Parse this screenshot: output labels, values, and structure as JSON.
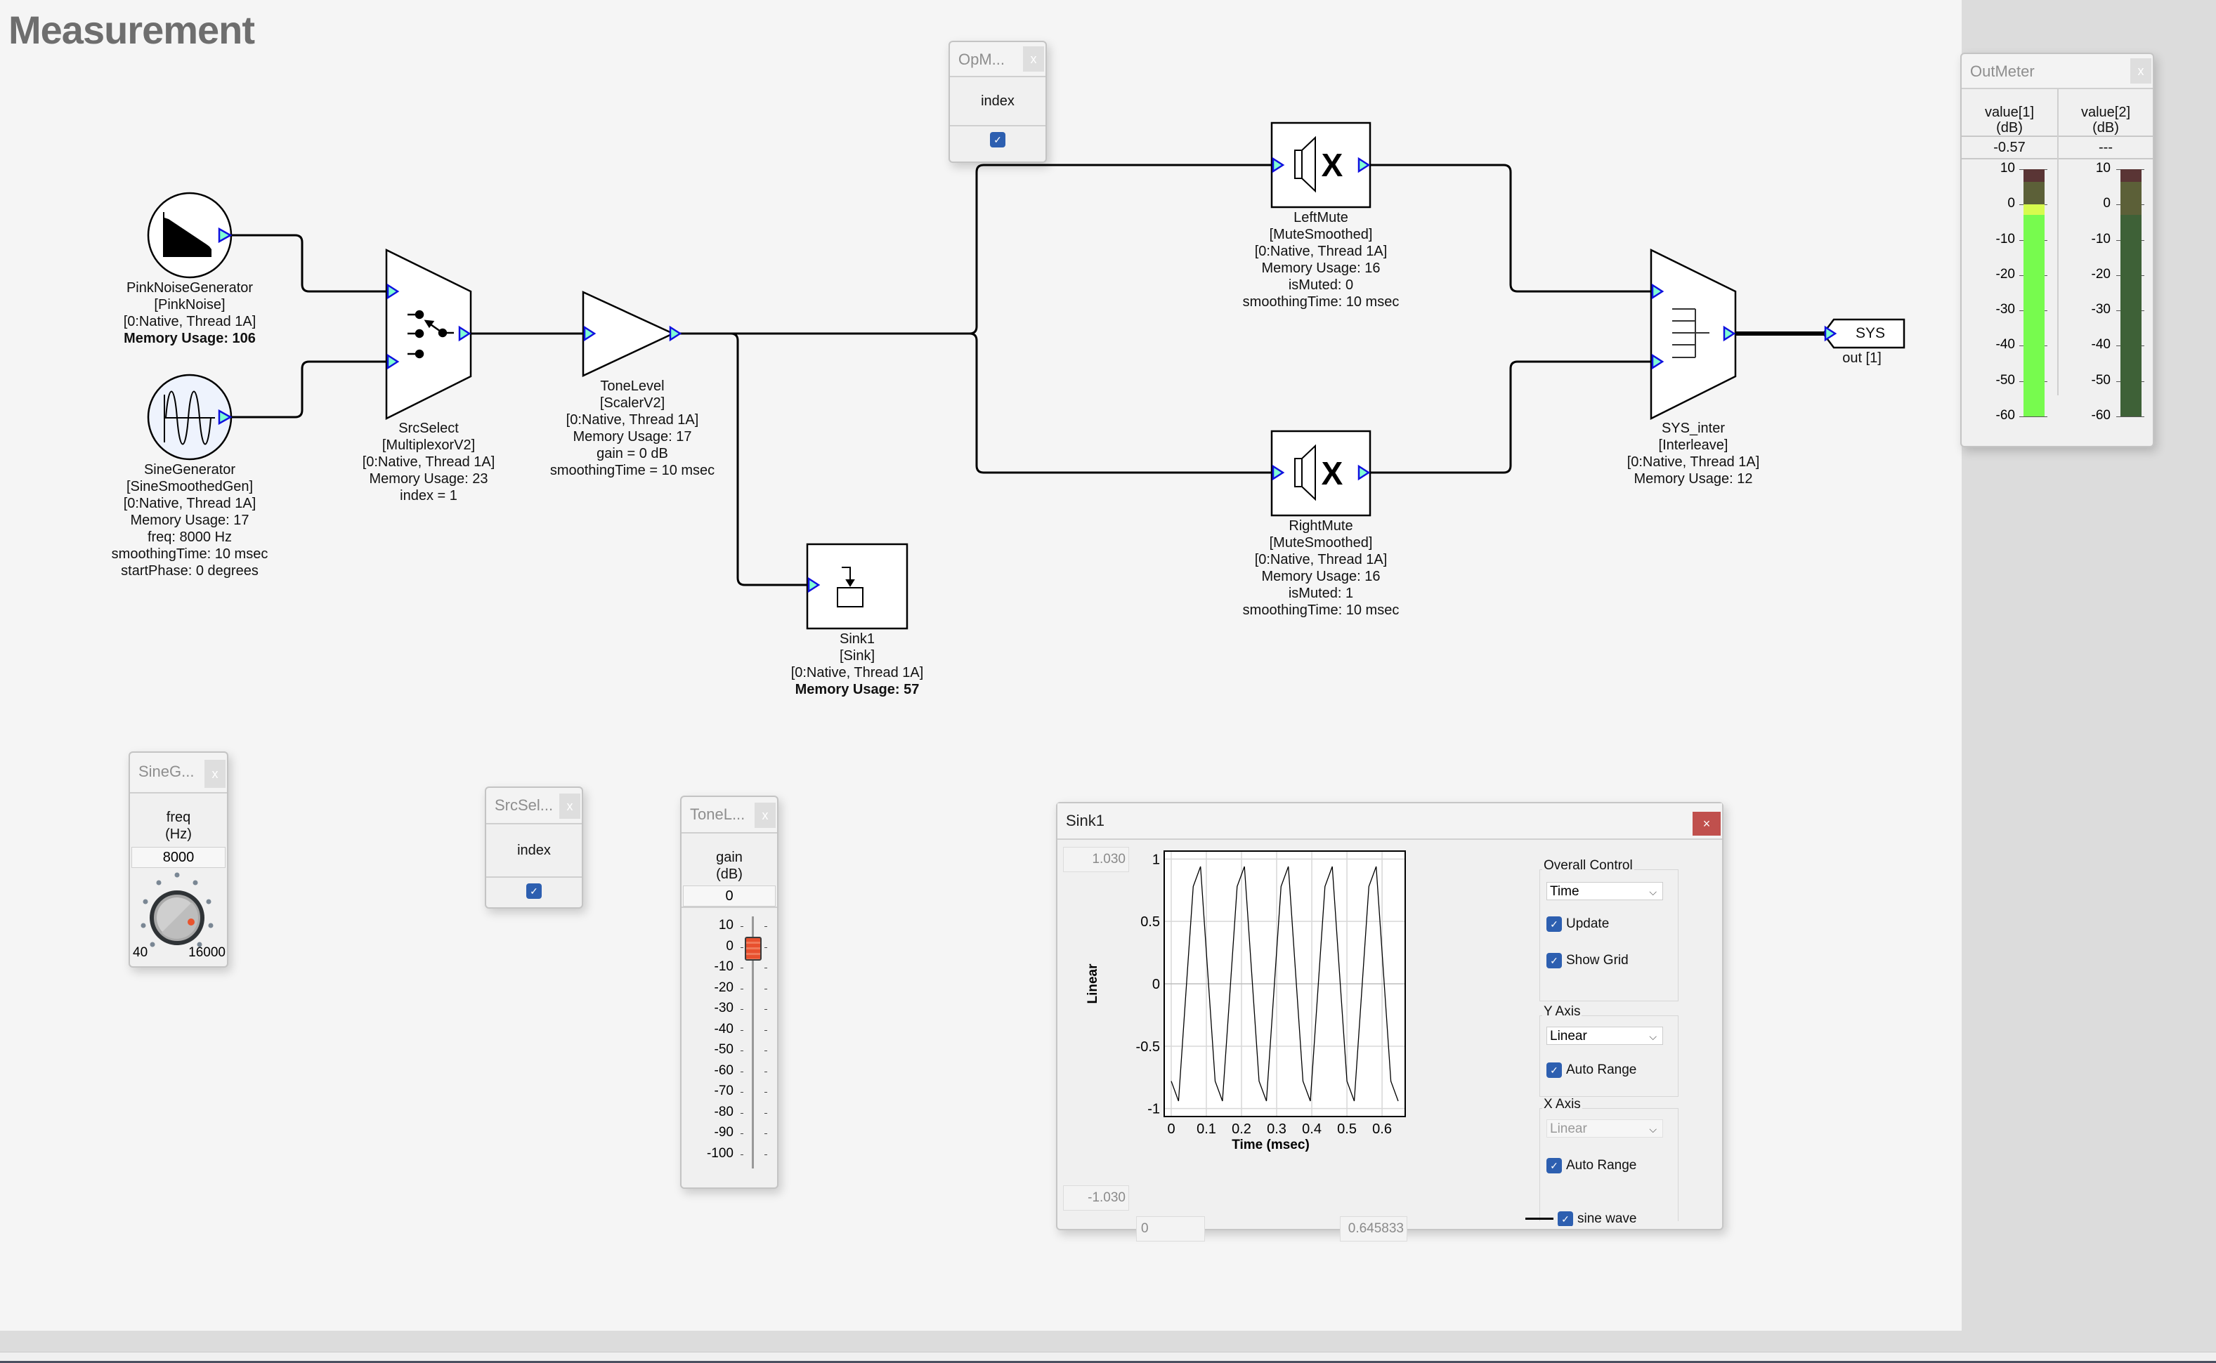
{
  "page": {
    "title": "Measurement"
  },
  "blocks": {
    "pink": {
      "lines": [
        "PinkNoiseGenerator",
        "[PinkNoise]",
        "[0:Native, Thread 1A]"
      ],
      "bold": "Memory Usage: 106"
    },
    "sine": {
      "lines": [
        "SineGenerator",
        "[SineSmoothedGen]",
        "[0:Native, Thread 1A]",
        "Memory Usage: 17",
        "freq: 8000 Hz",
        "smoothingTime: 10 msec",
        "startPhase: 0 degrees"
      ]
    },
    "srcselect": {
      "lines": [
        "SrcSelect",
        "[MultiplexorV2]",
        "[0:Native, Thread 1A]",
        "Memory Usage: 23",
        "index = 1"
      ]
    },
    "tonelevel": {
      "lines": [
        "ToneLevel",
        "[ScalerV2]",
        "[0:Native, Thread 1A]",
        "Memory Usage: 17",
        "gain = 0 dB",
        "smoothingTime = 10 msec"
      ]
    },
    "leftmute": {
      "lines": [
        "LeftMute",
        "[MuteSmoothed]",
        "[0:Native, Thread 1A]",
        "Memory Usage: 16",
        "isMuted: 0",
        "smoothingTime: 10 msec"
      ]
    },
    "rightmute": {
      "lines": [
        "RightMute",
        "[MuteSmoothed]",
        "[0:Native, Thread 1A]",
        "Memory Usage: 16",
        "isMuted: 1",
        "smoothingTime: 10 msec"
      ]
    },
    "sink1": {
      "lines": [
        "Sink1",
        "[Sink]",
        "[0:Native, Thread 1A]"
      ],
      "bold": "Memory Usage: 57"
    },
    "sysinter": {
      "lines": [
        "SYS_inter",
        "[Interleave]",
        "[0:Native, Thread 1A]",
        "Memory Usage: 12"
      ]
    },
    "sysout": {
      "tag": "SYS",
      "label": "out [1]"
    }
  },
  "panels": {
    "opm": {
      "title": "OpM...",
      "close": "x",
      "param": "index",
      "checked": true,
      "check_glyph": "✓"
    },
    "sineg": {
      "title": "SineG...",
      "close": "x",
      "param": "freq",
      "unit": "(Hz)",
      "value": "8000",
      "min": "40",
      "max": "16000",
      "knob_value_hz": 8000
    },
    "srcsel": {
      "title": "SrcSel...",
      "close": "x",
      "param": "index",
      "checked": true,
      "check_glyph": "✓"
    },
    "tonel": {
      "title": "ToneL...",
      "close": "x",
      "param": "gain",
      "unit": "(dB)",
      "value": "0",
      "ticks": [
        "10",
        "0",
        "-10",
        "-20",
        "-30",
        "-40",
        "-50",
        "-60",
        "-70",
        "-80",
        "-90",
        "-100"
      ],
      "slider_db": 0
    },
    "outmeter": {
      "title": "OutMeter",
      "close": "x",
      "columns": [
        {
          "name": "value[1]",
          "unit": "(dB)",
          "readout": "-0.57",
          "level_db": -0.57,
          "active": true
        },
        {
          "name": "value[2]",
          "unit": "(dB)",
          "readout": "---",
          "level_db": null,
          "active": false
        }
      ],
      "ticks": [
        "10",
        "0",
        "-10",
        "-20",
        "-30",
        "-40",
        "-50",
        "-60"
      ],
      "colors": {
        "green": "#77fb4e",
        "yellow": "#d7fb4e",
        "dark_green": "#3e6137",
        "olive": "#5c6038",
        "maroon": "#5a3535"
      }
    }
  },
  "sink_window": {
    "title": "Sink1",
    "close": "×",
    "y_max_box": "1.030",
    "y_min_box": "-1.030",
    "x_min_box": "0",
    "x_max_box": "0.645833",
    "controls": {
      "overall_label": "Overall Control",
      "overall_select": "Time",
      "update_label": "Update",
      "showgrid_label": "Show Grid",
      "yaxis_label": "Y Axis",
      "yaxis_select": "Linear",
      "y_autorange_label": "Auto Range",
      "xaxis_label": "X Axis",
      "xaxis_select": "Linear",
      "x_autorange_label": "Auto Range",
      "legend_label": "sine wave",
      "chev": "⌵",
      "check": "✓"
    }
  },
  "chart_data": {
    "type": "line",
    "title": "",
    "xlabel": "Time (msec)",
    "ylabel": "Linear",
    "xlim": [
      0,
      0.645833
    ],
    "ylim": [
      -1.03,
      1.03
    ],
    "xticks": [
      "0",
      "0.1",
      "0.2",
      "0.3",
      "0.4",
      "0.5",
      "0.6"
    ],
    "yticks": [
      "1",
      "0.5",
      "0",
      "-0.5",
      "-1"
    ],
    "grid": true,
    "series": [
      {
        "name": "sine wave",
        "x": [
          0,
          0.020833,
          0.041667,
          0.0625,
          0.083333,
          0.104167,
          0.125,
          0.145833,
          0.166667,
          0.1875,
          0.208333,
          0.229167,
          0.25,
          0.270833,
          0.291667,
          0.3125,
          0.333333,
          0.354167,
          0.375,
          0.395833,
          0.416667,
          0.4375,
          0.458333,
          0.479167,
          0.5,
          0.520833,
          0.541667,
          0.5625,
          0.583333,
          0.604167,
          0.625,
          0.645833
        ],
        "y": [
          -0.78,
          -0.94,
          -0.08,
          0.78,
          0.94,
          0.08,
          -0.78,
          -0.94,
          -0.08,
          0.78,
          0.94,
          0.08,
          -0.78,
          -0.94,
          -0.08,
          0.78,
          0.94,
          0.08,
          -0.78,
          -0.94,
          -0.08,
          0.78,
          0.94,
          0.08,
          -0.78,
          -0.94,
          -0.08,
          0.78,
          0.94,
          0.08,
          -0.78,
          -0.94
        ]
      }
    ]
  }
}
